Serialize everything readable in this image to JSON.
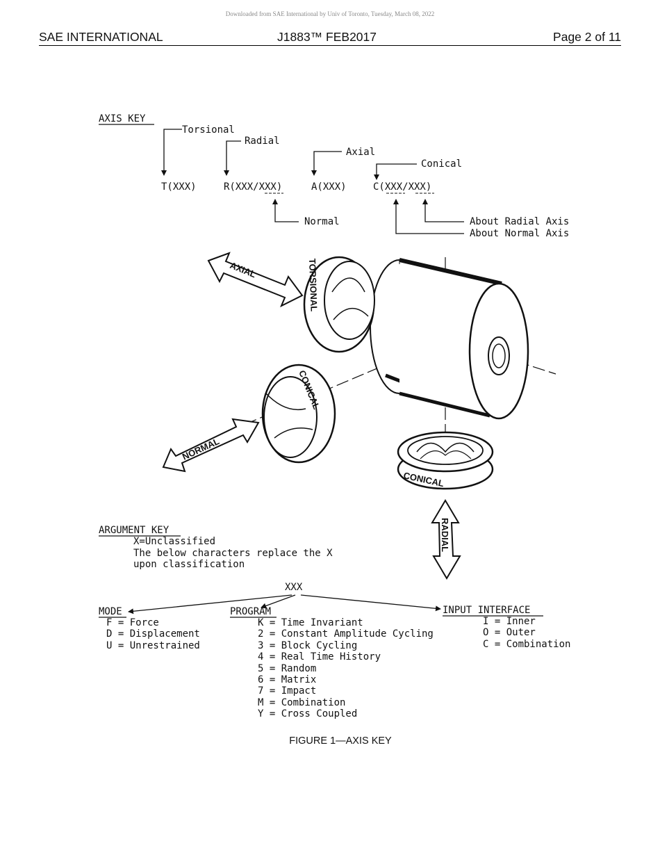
{
  "download_notice": "Downloaded from SAE International by Univ of Toronto, Tuesday, March 08, 2022",
  "header": {
    "left": "SAE INTERNATIONAL",
    "center": "J1883™ FEB2017",
    "right": "Page 2 of 11"
  },
  "axis_key": {
    "heading": "AXIS KEY",
    "torsional": "Torsional",
    "radial": "Radial",
    "axial": "Axial",
    "conical": "Conical",
    "codes": {
      "t": "T(XXX)",
      "r": "R(XXX/XXX)",
      "a": "A(XXX)",
      "c": "C(XXX/XXX)"
    },
    "normal": "Normal",
    "about_radial": "About Radial Axis",
    "about_normal": "About Normal Axis"
  },
  "illustration": {
    "axial": "AXIAL",
    "torsional": "TORSIONAL",
    "conical_upper": "CONICAL",
    "normal": "NORMAL",
    "conical_lower": "CONICAL",
    "radial": "RADIAL"
  },
  "argument_key": {
    "heading": "ARGUMENT KEY",
    "line1": "X=Unclassified",
    "line2": "The below characters replace the X",
    "line3": "upon classification",
    "xxx": "XXX"
  },
  "mode": {
    "heading": "MODE",
    "items": [
      "F = Force",
      "D = Displacement",
      "U = Unrestrained"
    ]
  },
  "program": {
    "heading": "PROGRAM",
    "items": [
      "K = Time Invariant",
      "2 = Constant Amplitude Cycling",
      "3 = Block Cycling",
      "4 = Real Time History",
      "5 = Random",
      "6 = Matrix",
      "7 = Impact",
      "M = Combination",
      "Y = Cross Coupled"
    ]
  },
  "input_interface": {
    "heading": "INPUT INTERFACE",
    "items": [
      "I = Inner",
      "O = Outer",
      "C = Combination"
    ]
  },
  "caption": "FIGURE 1—AXIS KEY"
}
